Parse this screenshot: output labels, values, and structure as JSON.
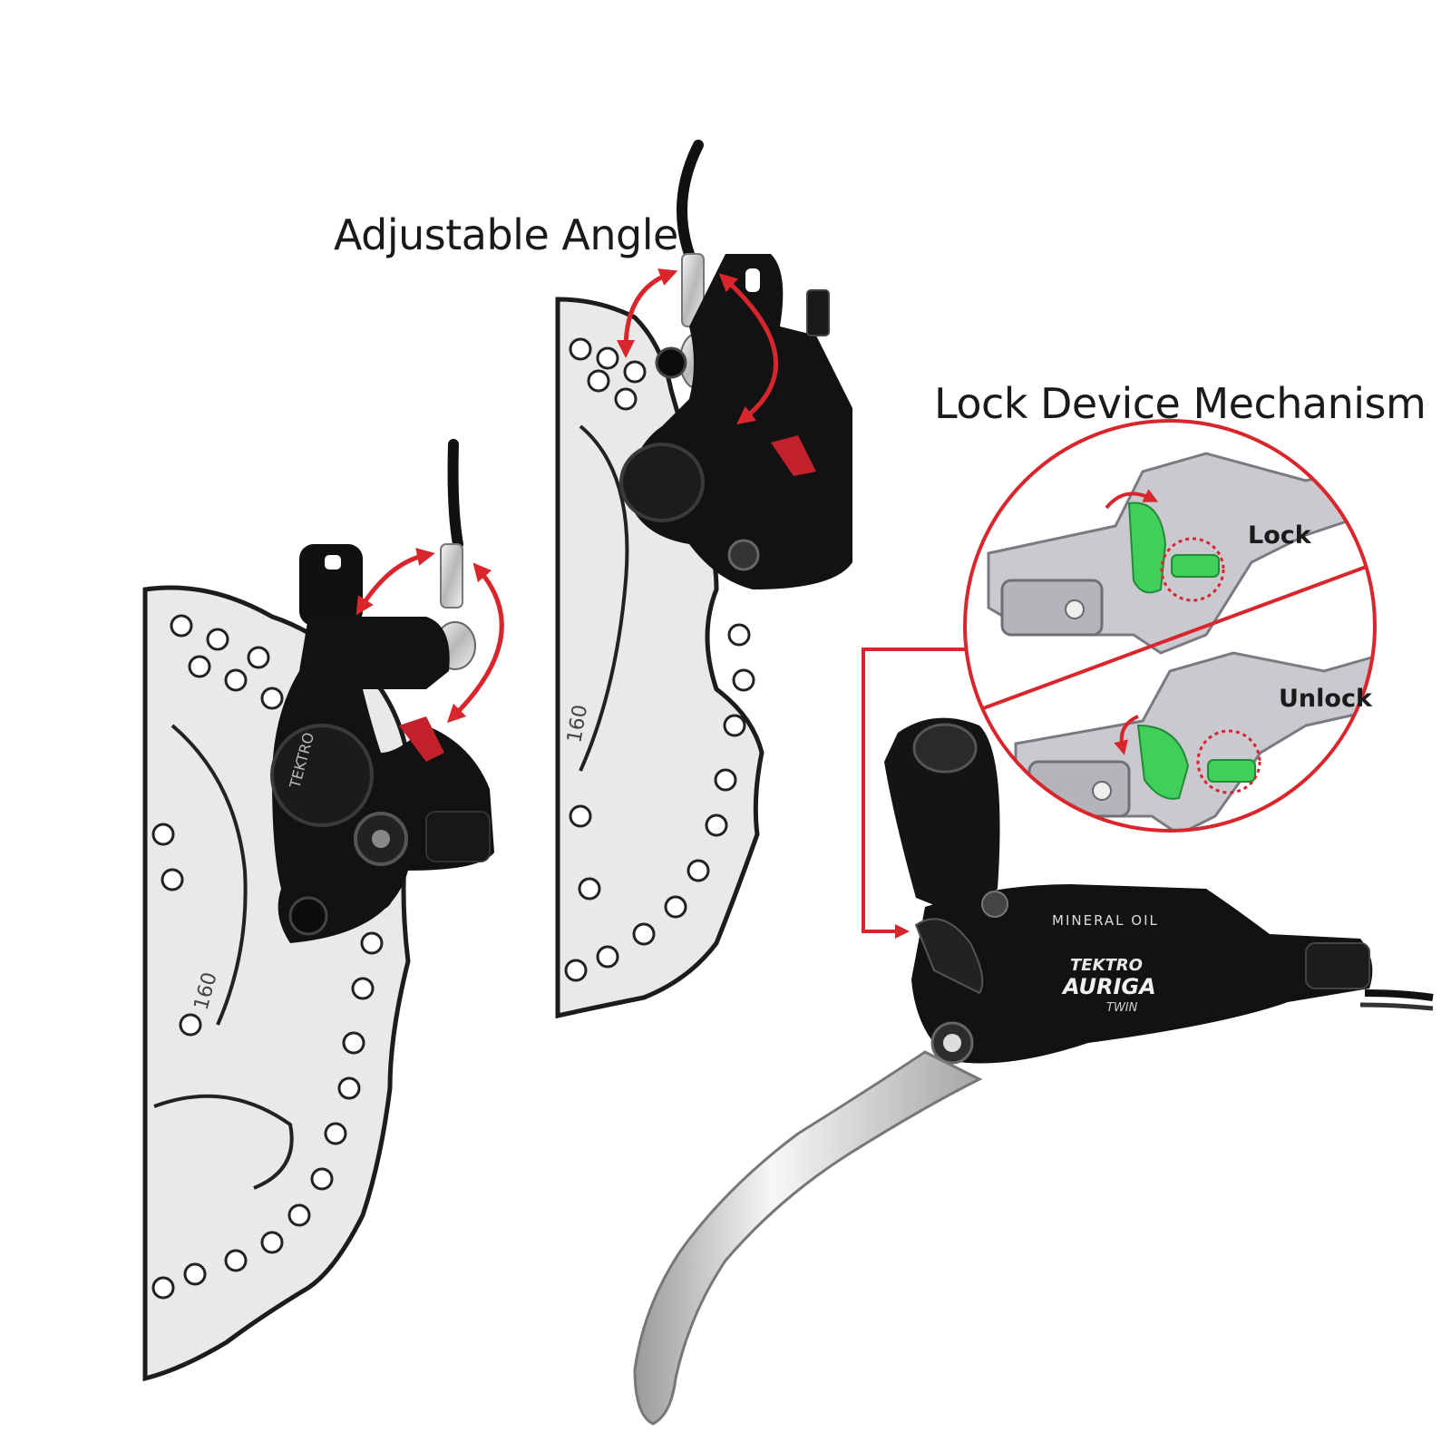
{
  "headings": {
    "adjustable_angle": "Adjustable Angle",
    "lock_device": "Lock Device Mechanism"
  },
  "callout": {
    "lock": "Lock",
    "unlock": "Unlock"
  },
  "markings": {
    "rotor_size": "160",
    "reservoir": "MINERAL OIL",
    "brand": "TEKTRO",
    "model": "AURIGA",
    "variant": "TWIN"
  },
  "colors": {
    "accent_arrow": "#d9262c",
    "lock_part": "#3fcf5a",
    "hardware": "#111111",
    "rotor": "#e6e6e6"
  }
}
